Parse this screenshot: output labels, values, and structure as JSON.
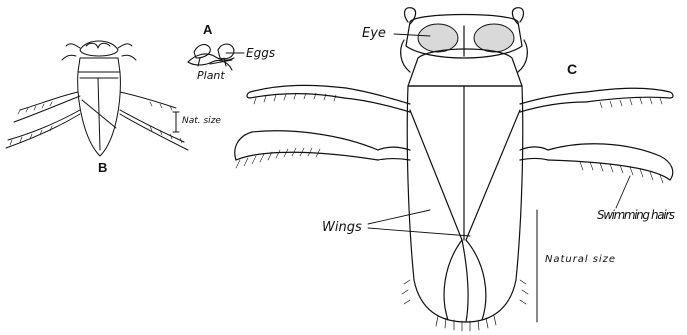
{
  "figure": {
    "panels": {
      "a": {
        "letter": "A",
        "label_eggs": "Eggs",
        "label_plant": "Plant"
      },
      "b": {
        "letter": "B",
        "label_size": "Nat. size"
      },
      "c": {
        "letter": "C",
        "label_eye": "Eye",
        "label_wings": "Wings",
        "label_swimming": "Swimming hairs",
        "label_size": "Natural size"
      }
    },
    "colors": {
      "ink": "#111111",
      "paper": "#ffffff"
    }
  }
}
